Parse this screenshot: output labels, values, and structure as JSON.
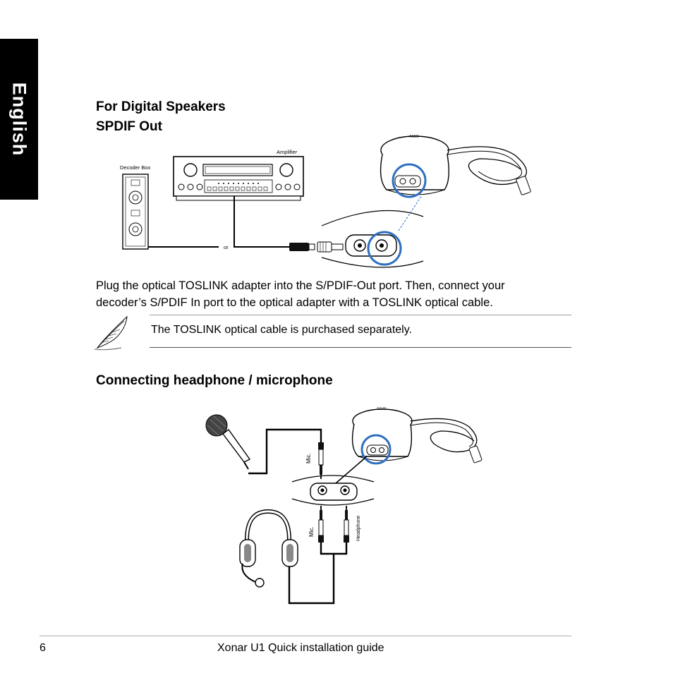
{
  "tab": {
    "label": "English"
  },
  "section1": {
    "title_line1": "For Digital Speakers",
    "title_line2": "SPDIF Out",
    "paragraph_line1": "Plug the optical TOSLINK adapter into the S/PDIF-Out port. Then, connect your",
    "paragraph_line2": "decoder’s S/PDIF In port to the optical adapter with a TOSLINK optical cable.",
    "note": "The TOSLINK optical cable is purchased separately."
  },
  "diagram1": {
    "amplifier_label": "Amplifier",
    "decoder_label": "Decoder Box",
    "or_label": "or",
    "device_logo": "ASUS",
    "highlight_color": "#2f6fbf"
  },
  "section2": {
    "title": "Connecting headphone / microphone"
  },
  "diagram2": {
    "mic_label_top": "Mic.",
    "mic_label_bottom": "Mic.",
    "headphone_label": "Headphone",
    "device_logo": "ASUS"
  },
  "footer": {
    "page_number": "6",
    "guide_title": "Xonar U1 Quick installation guide"
  }
}
